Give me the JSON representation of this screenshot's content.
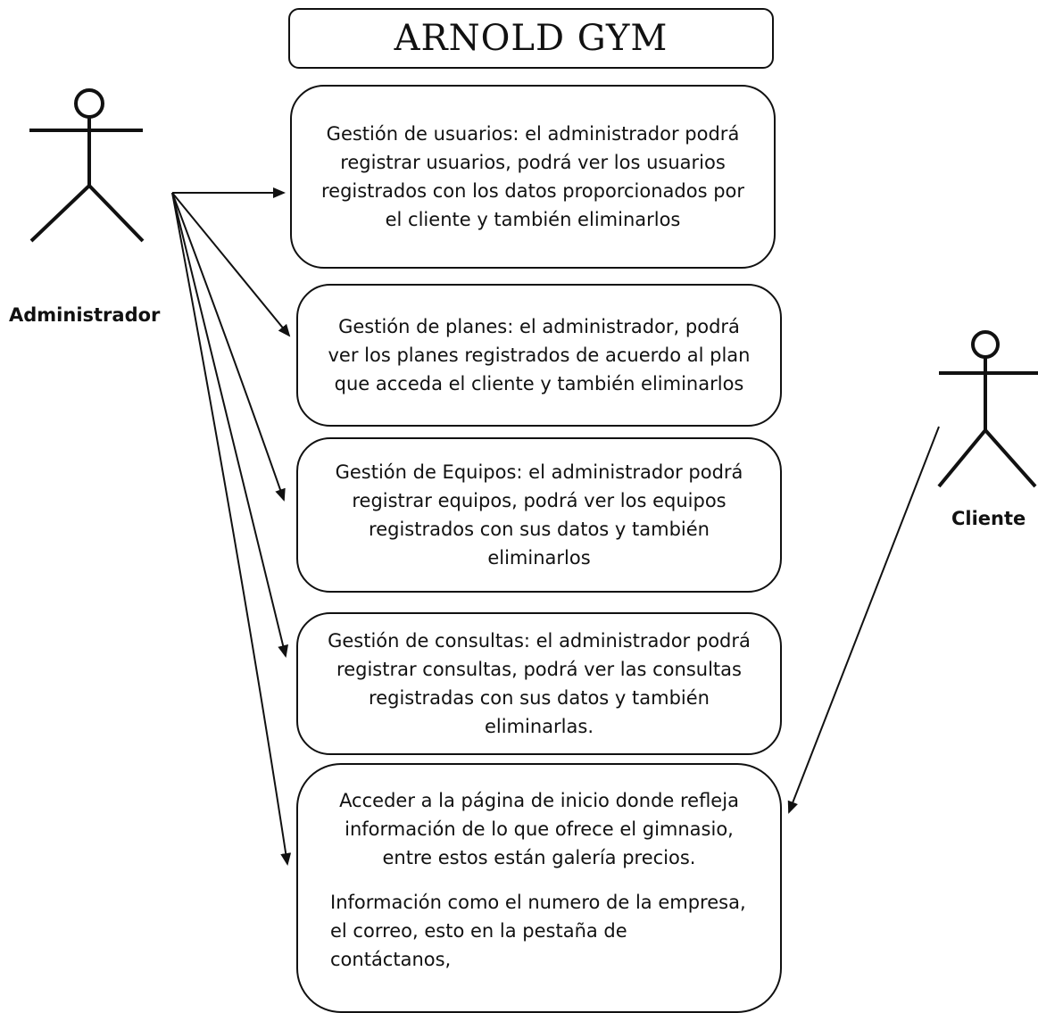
{
  "title": "ARNOLD GYM",
  "actors": {
    "admin": "Administrador",
    "client": "Cliente"
  },
  "use_cases": {
    "usuarios": "Gestión de usuarios: el administrador podrá registrar usuarios, podrá ver los usuarios registrados con los datos proporcionados por el cliente y también eliminarlos",
    "planes": "Gestión de planes: el administrador, podrá ver los planes registrados de acuerdo al plan que acceda el cliente y también eliminarlos",
    "equipos": "Gestión de Equipos: el administrador podrá registrar equipos, podrá ver los equipos registrados con sus datos y también eliminarlos",
    "consultas": "Gestión de consultas: el administrador podrá registrar consultas, podrá ver las consultas registradas con sus datos y también eliminarlas.",
    "inicio_p1": "Acceder a la página de inicio donde refleja información de lo que ofrece el gimnasio, entre estos están galería precios.",
    "inicio_p2": "Información como el numero de la empresa, el correo, esto en la pestaña de contáctanos,"
  }
}
